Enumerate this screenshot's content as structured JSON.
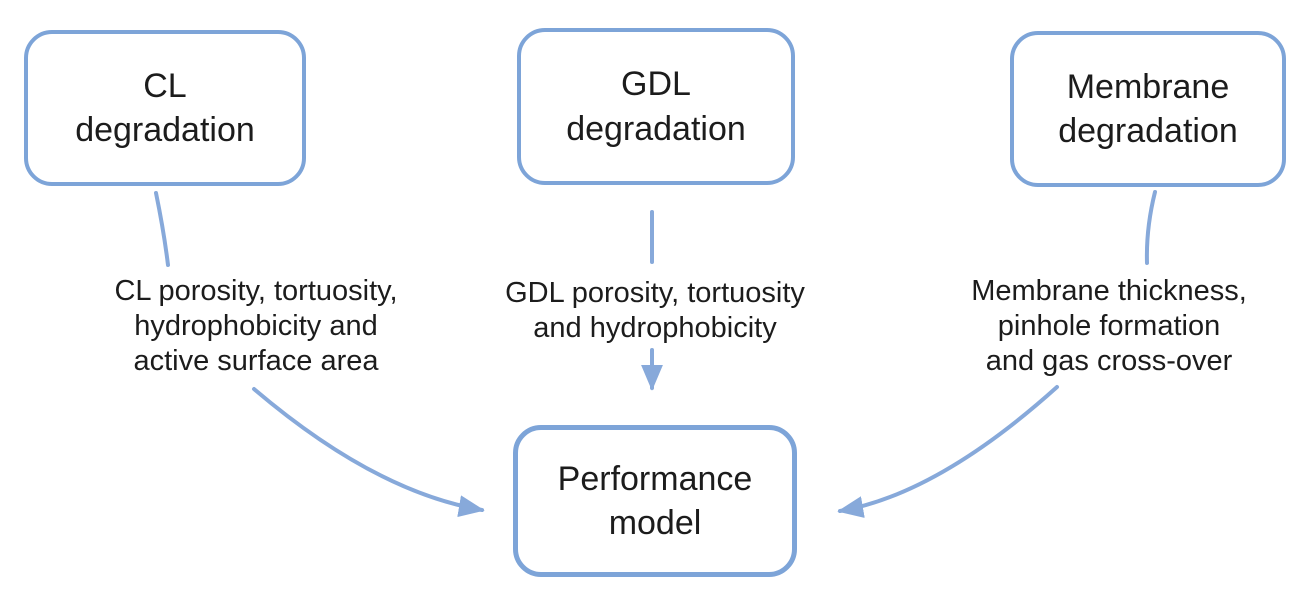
{
  "diagram": {
    "title": "Degradation to performance model diagram",
    "colors": {
      "box_border": "#7da4d8",
      "arrow": "#87a9da",
      "text": "#1c1c1c",
      "background": "#ffffff"
    },
    "boxes": [
      {
        "id": "cl-degradation",
        "label": "CL\ndegradation"
      },
      {
        "id": "gdl-degradation",
        "label": "GDL\ndegradation"
      },
      {
        "id": "membrane-degradation",
        "label": "Membrane\ndegradation"
      },
      {
        "id": "performance-model",
        "label": "Performance\nmodel"
      }
    ],
    "labels": [
      {
        "id": "cl-parameters",
        "text": "CL porosity, tortuosity,\nhydrophobicity and\nactive surface area"
      },
      {
        "id": "gdl-parameters",
        "text": "GDL porosity, tortuosity\nand hydrophobicity"
      },
      {
        "id": "membrane-parameters",
        "text": "Membrane thickness,\npinhole formation\nand gas cross-over"
      }
    ],
    "connections": [
      {
        "from": "cl-degradation",
        "to": "cl-parameters",
        "arrowhead": false
      },
      {
        "from": "gdl-degradation",
        "to": "gdl-parameters",
        "arrowhead": false
      },
      {
        "from": "membrane-degradation",
        "to": "membrane-parameters",
        "arrowhead": false
      },
      {
        "from": "cl-parameters",
        "to": "performance-model",
        "arrowhead": true
      },
      {
        "from": "gdl-parameters",
        "to": "performance-model",
        "arrowhead": true
      },
      {
        "from": "membrane-parameters",
        "to": "performance-model",
        "arrowhead": true
      }
    ]
  }
}
